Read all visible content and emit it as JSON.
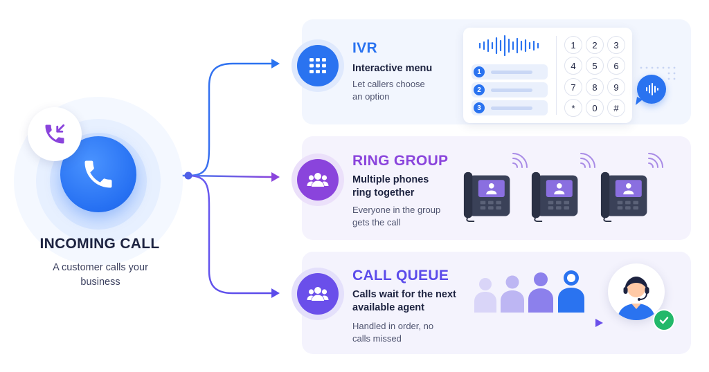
{
  "incoming": {
    "title": "INCOMING CALL",
    "subtitle": "A customer calls your business"
  },
  "routes": [
    {
      "id": "ivr",
      "title": "IVR",
      "headline": "Interactive menu",
      "description": "Let callers choose an option",
      "accent": "#2A73F0",
      "icon": "keypad-grid-icon",
      "menu_options": [
        "1",
        "2",
        "3"
      ],
      "keypad": [
        "1",
        "2",
        "3",
        "4",
        "5",
        "6",
        "7",
        "8",
        "9",
        "*",
        "0",
        "#"
      ]
    },
    {
      "id": "ring-group",
      "title": "RING GROUP",
      "headline": "Multiple phones ring together",
      "description": "Everyone in the group gets the call",
      "accent": "#8A44DC",
      "icon": "group-icon"
    },
    {
      "id": "call-queue",
      "title": "CALL QUEUE",
      "headline": "Calls wait for the next available agent",
      "description": "Handled in order, no calls missed",
      "accent": "#5B4BEA",
      "icon": "group-icon"
    }
  ]
}
